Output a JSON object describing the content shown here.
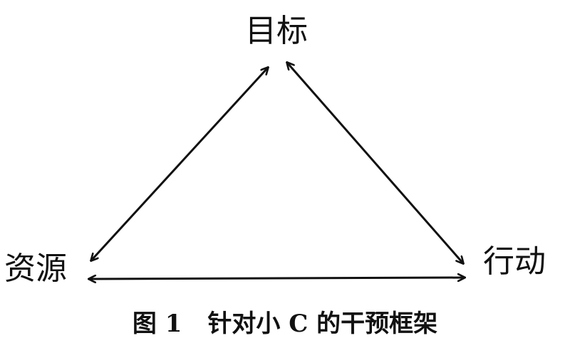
{
  "nodes": {
    "top": "目标",
    "left": "资源",
    "right": "行动"
  },
  "caption": {
    "number": "图 1",
    "title": "针对小 C 的干预框架"
  },
  "edges": [
    {
      "from": "top",
      "to": "left",
      "direction": "bidirectional"
    },
    {
      "from": "top",
      "to": "right",
      "direction": "bidirectional"
    },
    {
      "from": "left",
      "to": "right",
      "direction": "bidirectional"
    }
  ],
  "colors": {
    "line": "#111111",
    "background": "#ffffff"
  }
}
